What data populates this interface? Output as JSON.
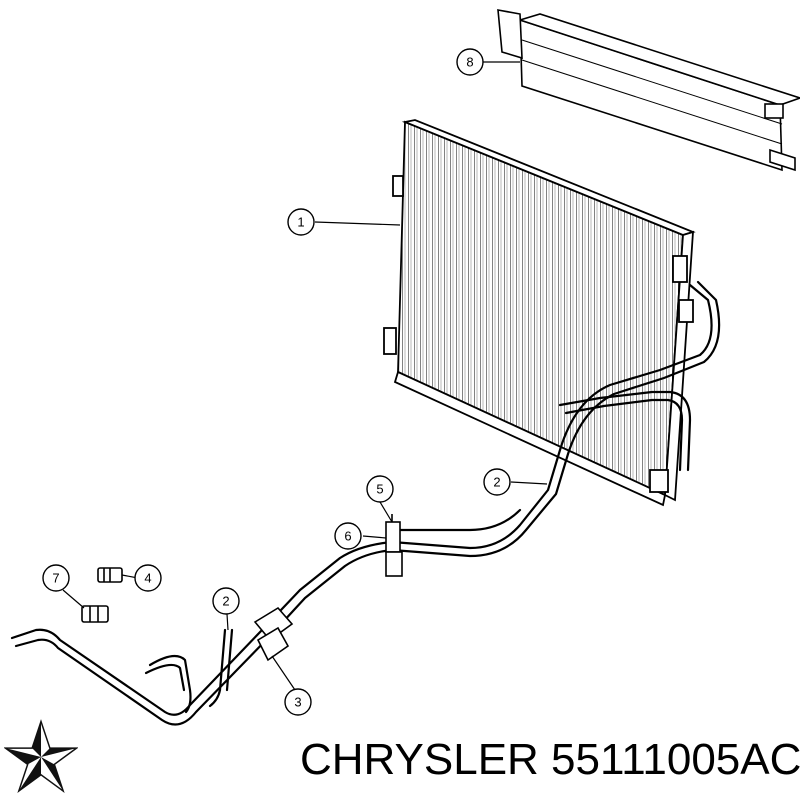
{
  "callouts": [
    {
      "id": "1",
      "label": "1"
    },
    {
      "id": "2a",
      "label": "2"
    },
    {
      "id": "2b",
      "label": "2"
    },
    {
      "id": "3",
      "label": "3"
    },
    {
      "id": "4",
      "label": "4"
    },
    {
      "id": "5",
      "label": "5"
    },
    {
      "id": "6",
      "label": "6"
    },
    {
      "id": "7",
      "label": "7"
    },
    {
      "id": "8",
      "label": "8"
    }
  ],
  "footer": {
    "brand_part": "CHRYSLER 55111005AC"
  },
  "logo": {
    "icon": "pentastar-logo-icon"
  }
}
